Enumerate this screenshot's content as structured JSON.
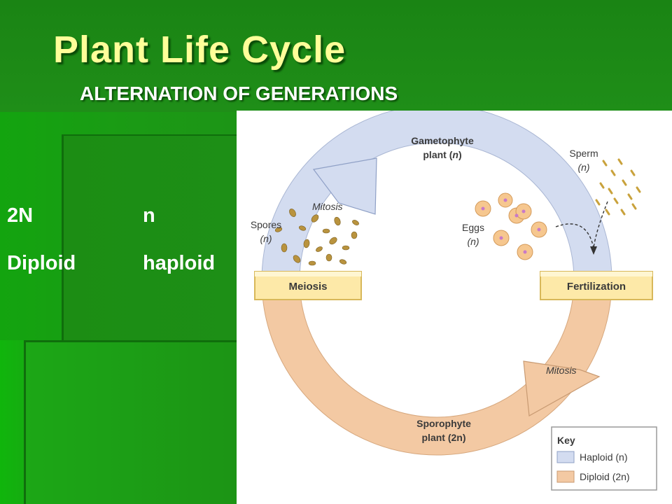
{
  "slide": {
    "title": "Plant Life Cycle",
    "subtitle": "ALTERNATION OF GENERATIONS",
    "left_labels": {
      "diploid_ploidy": "2N",
      "haploid_ploidy": "n",
      "diploid_word": "Diploid",
      "haploid_word": "haploid"
    }
  },
  "diagram": {
    "gametophyte_line1": "Gametophyte",
    "gametophyte_line2_a": "plant (",
    "gametophyte_line2_n": "n",
    "gametophyte_line2_b": ")",
    "sperm_label": "Sperm",
    "sperm_n": "(n)",
    "mitosis_top": "Mitosis",
    "spores_label": "Spores",
    "spores_n": "(n)",
    "eggs_label": "Eggs",
    "eggs_n": "(n)",
    "meiosis_label": "Meiosis",
    "fertilization_label": "Fertilization",
    "mitosis_bottom": "Mitosis",
    "sporophyte_line1": "Sporophyte",
    "sporophyte_line2": "plant (2n)",
    "key_title": "Key",
    "key_haploid": "Haploid (n)",
    "key_diploid": "Diploid (2n)"
  },
  "colors": {
    "title": "#ffff99",
    "haploid_band": "#d3dcf0",
    "diploid_band": "#f3c9a3",
    "label_box": "#fde9a8",
    "egg": "#f6c78f",
    "spore": "#b9933e",
    "sperm": "#c9a23c"
  }
}
